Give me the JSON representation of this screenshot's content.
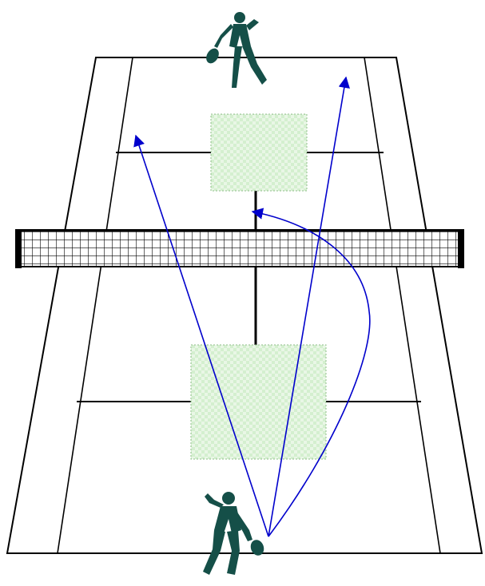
{
  "colors": {
    "background": "#ffffff",
    "court_lines": "#000000",
    "net_mesh": "#000000",
    "net_posts": "#000000",
    "target_zone_fill": "#dff3dc",
    "target_zone_border": "#8fbf8a",
    "shot_arrows": "#0000cc",
    "player_silhouette": "#154f48"
  },
  "diagram": {
    "subject": "tennis court",
    "players": [
      {
        "role": "far-player",
        "icon": "player-silhouette-icon"
      },
      {
        "role": "near-player",
        "icon": "player-silhouette-icon"
      }
    ],
    "target_zones": [
      {
        "role": "far-service-target-zone",
        "fill": "checkered"
      },
      {
        "role": "near-service-target-zone",
        "fill": "checkered"
      }
    ],
    "shots": [
      {
        "role": "shot-to-far-left-deep",
        "shape": "straight"
      },
      {
        "role": "shot-to-far-right-deep",
        "shape": "straight"
      },
      {
        "role": "shot-curved-to-far-service-t",
        "shape": "curved"
      }
    ]
  }
}
